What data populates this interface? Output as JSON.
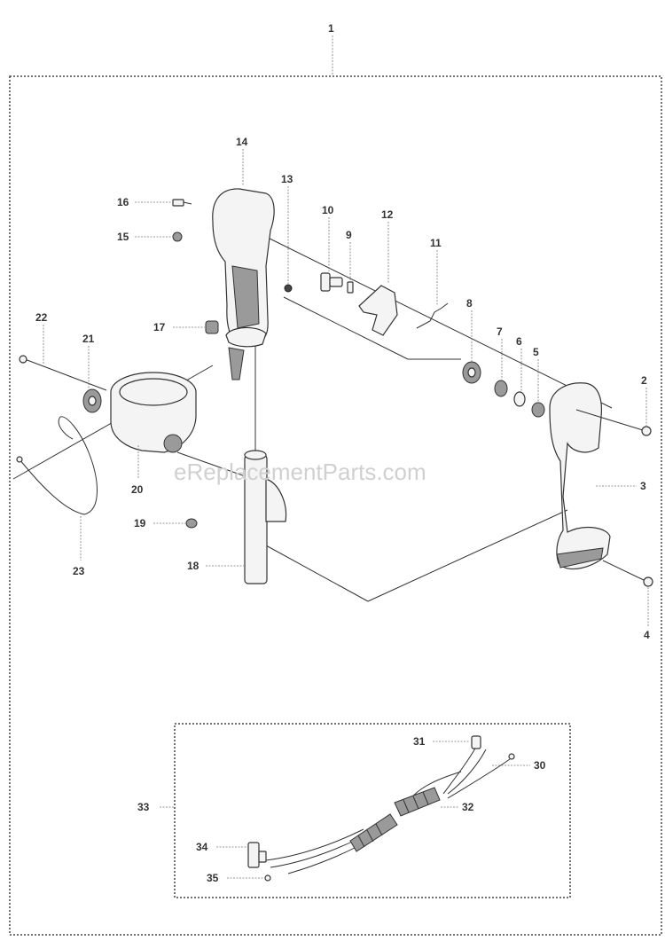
{
  "watermark": "eReplacementParts.com",
  "callouts": {
    "c1": "1",
    "c2": "2",
    "c3": "3",
    "c4": "4",
    "c5": "5",
    "c6": "6",
    "c7": "7",
    "c8": "8",
    "c9": "9",
    "c10": "10",
    "c11": "11",
    "c12": "12",
    "c13": "13",
    "c14": "14",
    "c15": "15",
    "c16": "16",
    "c17": "17",
    "c18": "18",
    "c19": "19",
    "c20": "20",
    "c21": "21",
    "c22": "22",
    "c23": "23",
    "c30": "30",
    "c31": "31",
    "c32": "32",
    "c33": "33",
    "c34": "34",
    "c35": "35"
  }
}
